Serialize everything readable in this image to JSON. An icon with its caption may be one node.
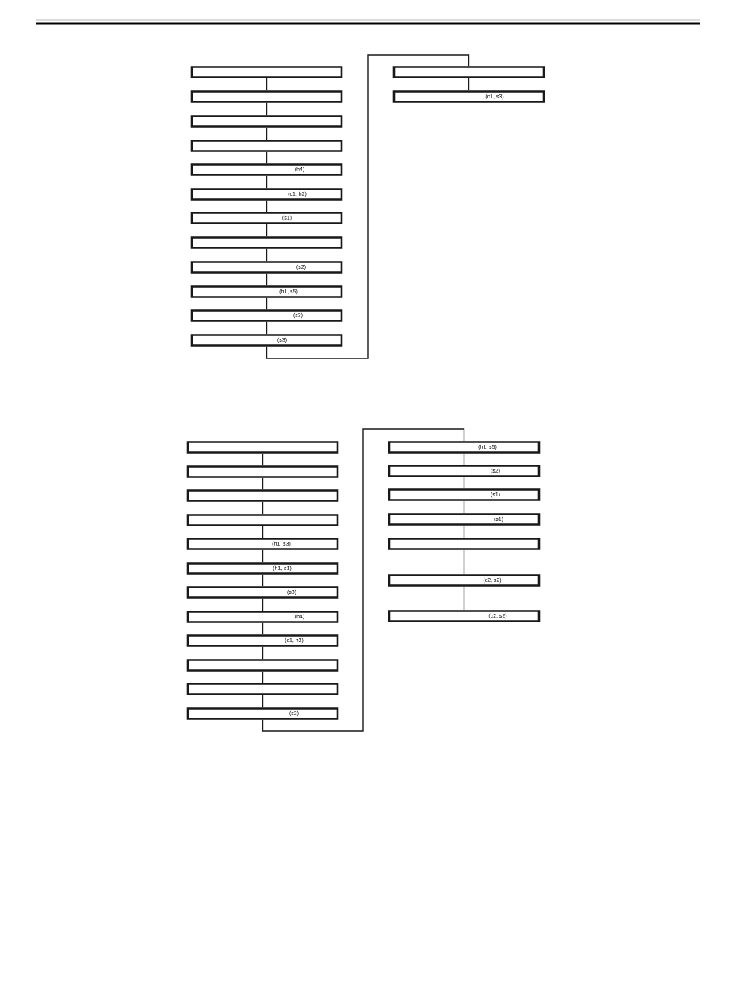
{
  "diagram": {
    "nodes": [
      {
        "text": [],
        "shape": "box"
      },
      {
        "text": [],
        "shape": "box"
      },
      {
        "text": [],
        "shape": "box"
      },
      {
        "text": [],
        "shape": "box"
      },
      {
        "text": [
          "(h4)"
        ]
      },
      {
        "text": [
          "(c1, h2)"
        ]
      },
      {
        "text": [
          "(s1)"
        ]
      },
      {
        "text": [],
        "shape": "box"
      },
      {
        "text": [
          "(s2)"
        ]
      },
      {
        "text": [
          "(h1, s5)"
        ]
      },
      {
        "text": [
          "(s3)"
        ]
      },
      {
        "text": [
          "(s3)"
        ]
      },
      {
        "text": [],
        "shape": "box"
      },
      {
        "text": [
          "(c1, s3)"
        ]
      },
      {
        "text": [],
        "shape": "box"
      },
      {
        "text": [],
        "shape": "box"
      },
      {
        "text": [],
        "shape": "box"
      },
      {
        "text": [],
        "shape": "box"
      },
      {
        "text": [
          "(h1, s3)"
        ]
      },
      {
        "text": [
          "(h1, s1)"
        ]
      },
      {
        "text": [
          "(s3)"
        ]
      },
      {
        "text": [
          "(h4)"
        ]
      },
      {
        "text": [
          "(c1, h2)"
        ]
      },
      {
        "text": [],
        "shape": "box"
      },
      {
        "text": [],
        "shape": "box"
      },
      {
        "text": [
          "(s2)"
        ]
      },
      {
        "text": [
          "(h1, s5)"
        ]
      },
      {
        "text": [
          "(s2)"
        ]
      },
      {
        "text": [
          "(s1)"
        ]
      },
      {
        "text": [
          "(s1)"
        ]
      },
      {
        "text": [],
        "shape": "box"
      },
      {
        "text": [
          "(c2, s2)"
        ]
      },
      {
        "text": [
          "(c2, s2)"
        ]
      }
    ],
    "edges": [
      {
        "from": 0,
        "to": 1,
        "arrow": "none"
      },
      {
        "from": 1,
        "to": 2,
        "arrow": "none"
      },
      {
        "from": 2,
        "to": 3,
        "arrow": "none"
      },
      {
        "from": 3,
        "to": 4,
        "arrow": "none"
      },
      {
        "from": 4,
        "to": 5,
        "arrow": "none"
      },
      {
        "from": 5,
        "to": 6,
        "arrow": "none"
      },
      {
        "from": 6,
        "to": 7,
        "arrow": "none"
      },
      {
        "from": 7,
        "to": 8,
        "arrow": "none"
      },
      {
        "from": 8,
        "to": 9,
        "arrow": "none"
      },
      {
        "from": 9,
        "to": 10,
        "arrow": "none"
      },
      {
        "from": 10,
        "to": 11,
        "arrow": "none"
      },
      {
        "from": 11,
        "to": 12,
        "arrow": "none"
      },
      {
        "from": 12,
        "to": 13,
        "arrow": "none"
      },
      {
        "from": 14,
        "to": 15,
        "arrow": "none"
      },
      {
        "from": 15,
        "to": 16,
        "arrow": "none"
      },
      {
        "from": 16,
        "to": 17,
        "arrow": "none"
      },
      {
        "from": 17,
        "to": 18,
        "arrow": "none"
      },
      {
        "from": 18,
        "to": 19,
        "arrow": "none"
      },
      {
        "from": 19,
        "to": 20,
        "arrow": "none"
      },
      {
        "from": 20,
        "to": 21,
        "arrow": "none"
      },
      {
        "from": 21,
        "to": 22,
        "arrow": "none"
      },
      {
        "from": 22,
        "to": 23,
        "arrow": "none"
      },
      {
        "from": 23,
        "to": 24,
        "arrow": "none"
      },
      {
        "from": 24,
        "to": 25,
        "arrow": "none"
      },
      {
        "from": 25,
        "to": 26,
        "arrow": "none"
      },
      {
        "from": 26,
        "to": 27,
        "arrow": "none"
      },
      {
        "from": 27,
        "to": 28,
        "arrow": "none"
      },
      {
        "from": 28,
        "to": 29,
        "arrow": "none"
      },
      {
        "from": 29,
        "to": 30,
        "arrow": "none"
      },
      {
        "from": 30,
        "to": 31,
        "arrow": "none"
      },
      {
        "from": 31,
        "to": 32,
        "arrow": "none"
      }
    ]
  }
}
